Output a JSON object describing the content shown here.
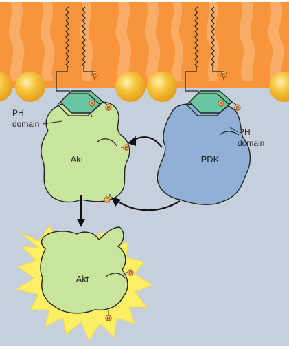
{
  "labels": {
    "pi_symbol": "P",
    "pdk_ph_domain_line1": "PH",
    "pdk_ph_domain_line2": "domain",
    "akt_ph_domain_line1": "PH",
    "akt_ph_domain_line2": "domain",
    "akt_top": "Akt",
    "pdk": "PDK",
    "akt_active": "Akt"
  },
  "colors": {
    "membrane_tail": "#f4a262",
    "membrane_bg": "#f7943c",
    "lipid_head": "#f6bb2a",
    "cytosol": "#c5cedd",
    "akt_fill": "#c9e59b",
    "pdk_fill": "#8fb0d4",
    "inositol_ring": "#6ac6a0",
    "phosphate": "#f3a24a",
    "starburst": "#fbef66"
  }
}
